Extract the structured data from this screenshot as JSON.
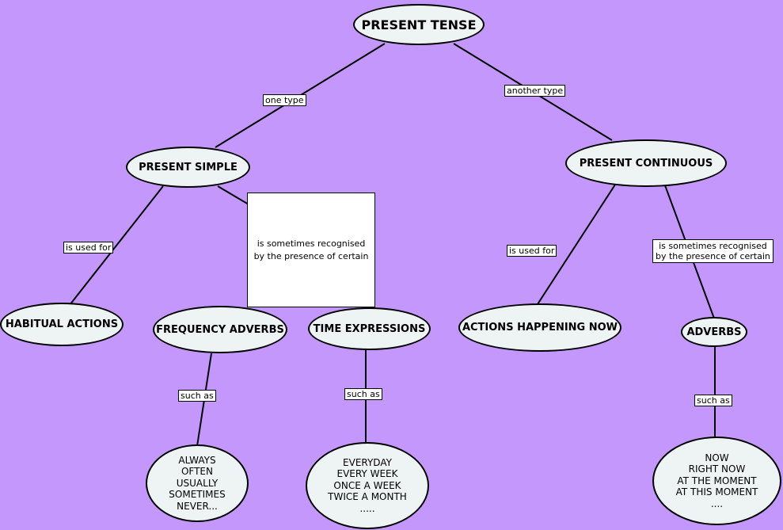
{
  "diagram": {
    "nodes": {
      "present_tense": "PRESENT TENSE",
      "present_simple": "PRESENT SIMPLE",
      "present_continuous": "PRESENT CONTINUOUS",
      "habitual_actions": "HABITUAL ACTIONS",
      "frequency_adverbs": "FREQUENCY ADVERBS",
      "time_expressions": "TIME EXPRESSIONS",
      "actions_happening_now": "ACTIONS HAPPENING NOW",
      "adverbs": "ADVERBS",
      "frequency_examples": "ALWAYS\nOFTEN\nUSUALLY\nSOMETIMES\nNEVER...",
      "time_examples": "EVERYDAY\nEVERY WEEK\nONCE A WEEK\nTWICE A MONTH\n.....",
      "adverb_examples": "NOW\nRIGHT NOW\nAT THE MOMENT\nAT THIS MOMENT\n...."
    },
    "links": {
      "one_type": "one type",
      "another_type": "another type",
      "is_used_for_simple": "is used for",
      "recognised_simple": "is sometimes recognised\nby the presence of certain",
      "is_used_for_continuous": "is used for",
      "recognised_continuous": "is sometimes recognised\nby the presence of certain",
      "such_as_frequency": "such as",
      "such_as_time": "such as",
      "such_as_adverbs": "such as"
    }
  },
  "colors": {
    "background": "#c497fc",
    "node_fill": "#eef3f3",
    "label_fill": "#ffffff",
    "stroke": "#000000"
  }
}
